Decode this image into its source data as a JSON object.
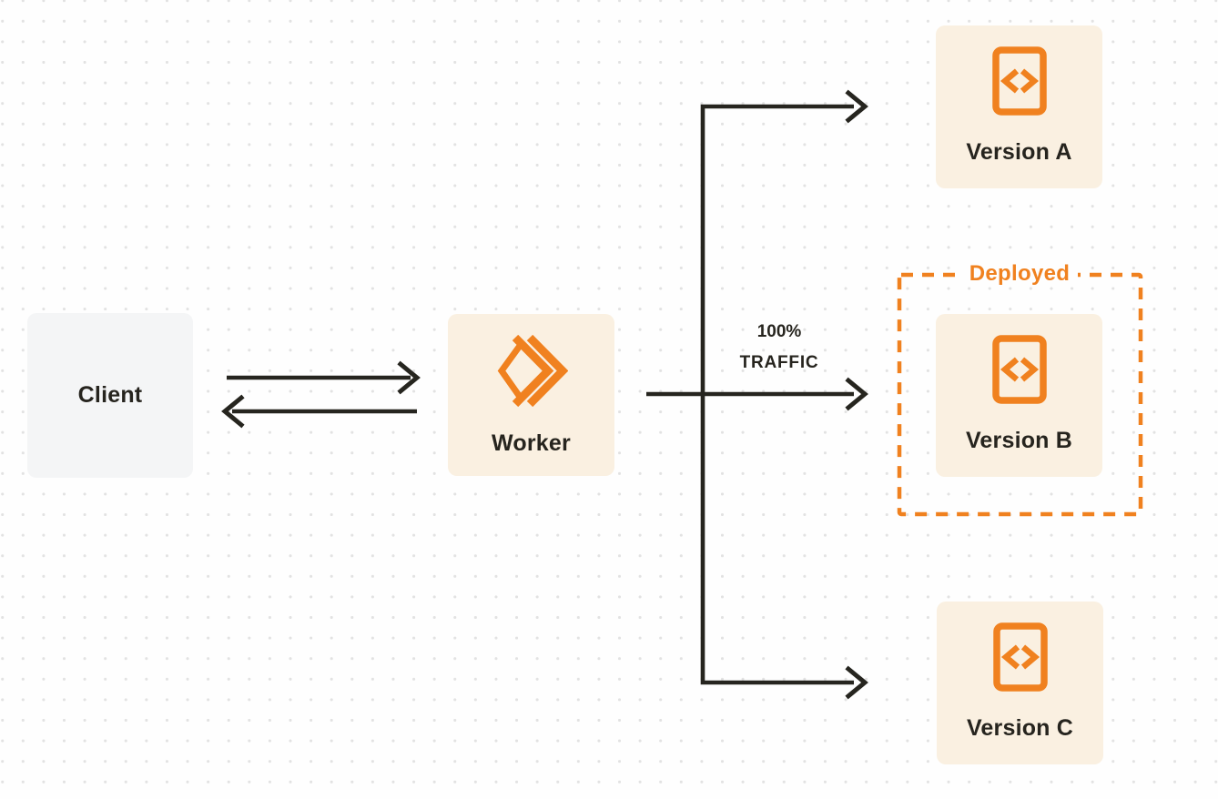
{
  "title": "Worker gradual deployment traffic diagram",
  "colors": {
    "background": "#FEFEFE",
    "dot_grid": "#E2E2E2",
    "accent_orange": "#F0811F",
    "node_cream": "#FAF0E1",
    "node_gray": "#F4F5F6",
    "line_dark": "#26251F",
    "text_dark": "#26241E"
  },
  "nodes": {
    "client": {
      "label": "Client"
    },
    "worker": {
      "label": "Worker",
      "icon": "worker-double-chevron-icon"
    },
    "version_a": {
      "label": "Version A",
      "icon": "code-file-icon"
    },
    "version_b": {
      "label": "Version B",
      "icon": "code-file-icon"
    },
    "version_c": {
      "label": "Version C",
      "icon": "code-file-icon"
    }
  },
  "annotations": {
    "deployed": {
      "label": "Deployed"
    },
    "traffic": {
      "line1": "100%",
      "line2": "TRAFFIC"
    }
  }
}
